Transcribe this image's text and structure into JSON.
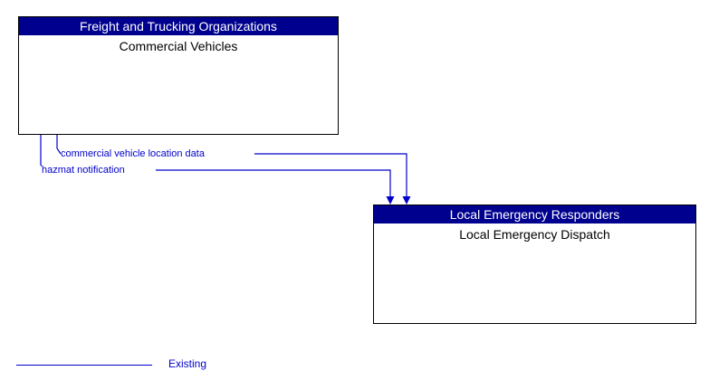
{
  "diagram": {
    "type": "architecture-interface-flow-diagram",
    "background_color": "#ffffff",
    "entities": [
      {
        "id": "commercial-vehicles",
        "stakeholder": "Freight and Trucking Organizations",
        "name": "Commercial Vehicles",
        "header_color": "#00008f",
        "header_text_color": "#ffffff",
        "body_text_color": "#000000",
        "border_color": "#000000"
      },
      {
        "id": "local-emergency-dispatch",
        "stakeholder": "Local Emergency Responders",
        "name": "Local Emergency Dispatch",
        "header_color": "#00008f",
        "header_text_color": "#ffffff",
        "body_text_color": "#000000",
        "border_color": "#000000"
      }
    ],
    "flows": [
      {
        "id": "commercial-vehicle-location-data",
        "label": "commercial vehicle location data",
        "from": "Commercial Vehicles",
        "to": "Local Emergency Dispatch",
        "status": "Existing",
        "color": "#0000cc"
      },
      {
        "id": "hazmat-notification",
        "label": "hazmat notification",
        "from": "Commercial Vehicles",
        "to": "Local Emergency Dispatch",
        "status": "Existing",
        "color": "#0000cc"
      }
    ],
    "legend": {
      "items": [
        {
          "label": "Existing",
          "color": "#0000cc",
          "style": "solid-line"
        }
      ]
    }
  }
}
